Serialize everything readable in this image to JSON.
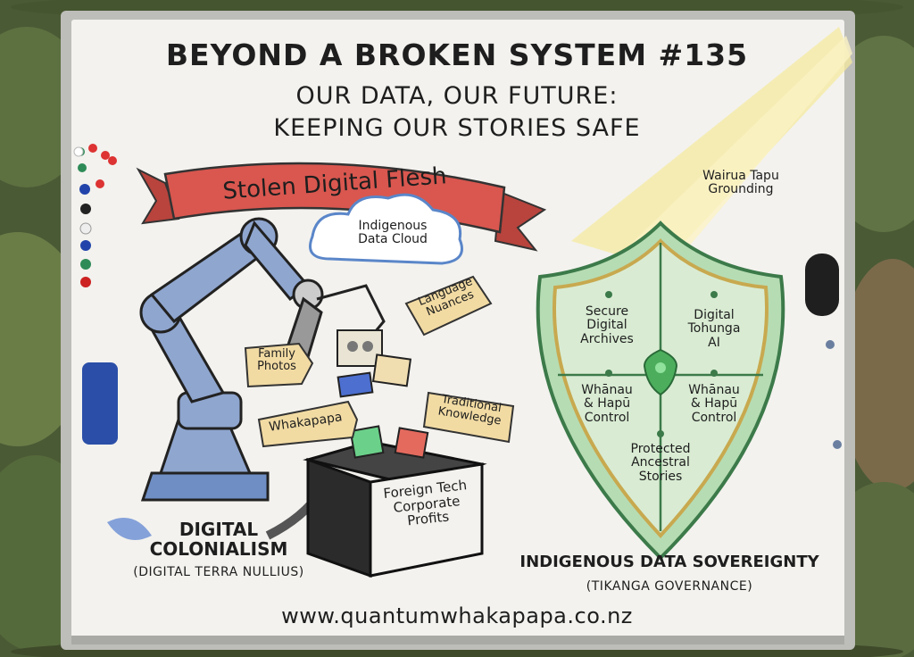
{
  "poster": {
    "title": "BEYOND A BROKEN SYSTEM #135",
    "subtitle_line1": "OUR DATA, OUR FUTURE:",
    "subtitle_line2": "KEEPING OUR STORIES SAFE",
    "website": "www.quantumwhakapapa.co.nz"
  },
  "left_panel": {
    "banner": "Stolen Digital Flesh",
    "cloud": "Indigenous\nData Cloud",
    "tags": {
      "family_photos": "Family\nPhotos",
      "language": "Language\nNuances",
      "whakapapa": "Whakapapa",
      "traditional": "Traditional\nKnowledge"
    },
    "box_label": "Foreign Tech\nCorporate\nProfits",
    "caption": "DIGITAL\nCOLONIALISM",
    "caption_sub": "(DIGITAL TERRA NULLIUS)"
  },
  "right_panel": {
    "beam_label": "Wairua Tapu\nGrounding",
    "shield": {
      "top_left": "Secure\nDigital\nArchives",
      "top_right": "Digital\nTohunga\nAI",
      "mid_left": "Whānau\n& Hapū\nControl",
      "mid_right": "Whānau\n& Hapū\nControl",
      "bottom": "Protected\nAncestral\nStories"
    },
    "caption": "INDIGENOUS DATA SOVEREIGNTY",
    "caption_sub": "(TIKANGA GOVERNANCE)"
  },
  "colors": {
    "board": "#f3f2ee",
    "frame": "#c9c9c6",
    "banner_red": "#d9574f",
    "shield_green": "#7fc08a",
    "shield_gold": "#c8a94f",
    "robot_blue": "#5b7fbf",
    "beam_yellow": "#f5e9a0"
  }
}
